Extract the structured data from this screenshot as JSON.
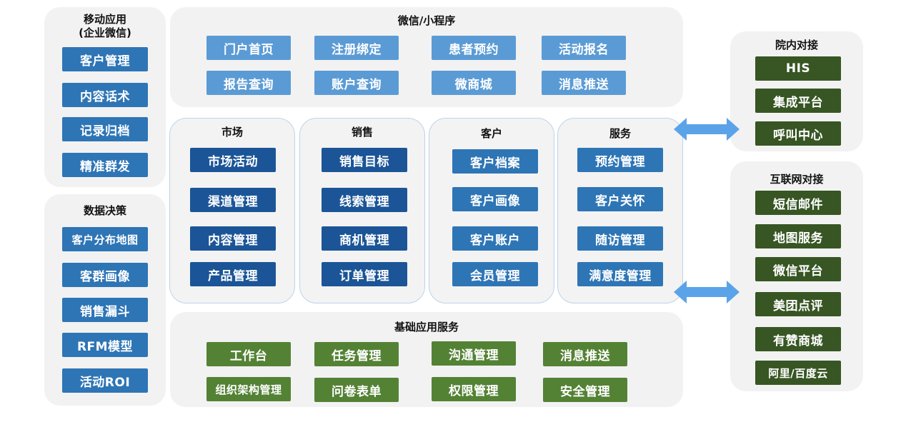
{
  "mobile": {
    "title_line1": "移动应用",
    "title_line2": "(企业微信)",
    "items": [
      "客户管理",
      "内容话术",
      "记录归档",
      "精准群发"
    ]
  },
  "decision": {
    "title": "数据决策",
    "items": [
      "客户分布地图",
      "客群画像",
      "销售漏斗",
      "RFM模型",
      "活动ROI"
    ]
  },
  "wechat": {
    "title": "微信/小程序",
    "items": [
      "门户首页",
      "注册绑定",
      "患者预约",
      "活动报名",
      "报告查询",
      "账户查询",
      "微商城",
      "消息推送"
    ]
  },
  "modules": [
    {
      "title": "市场",
      "items": [
        "市场活动",
        "渠道管理",
        "内容管理",
        "产品管理"
      ]
    },
    {
      "title": "销售",
      "items": [
        "销售目标",
        "线索管理",
        "商机管理",
        "订单管理"
      ]
    },
    {
      "title": "客户",
      "items": [
        "客户档案",
        "客户画像",
        "客户账户",
        "会员管理"
      ]
    },
    {
      "title": "服务",
      "items": [
        "预约管理",
        "客户关怀",
        "随访管理",
        "满意度管理"
      ]
    }
  ],
  "base": {
    "title": "基础应用服务",
    "items": [
      "工作台",
      "任务管理",
      "沟通管理",
      "消息推送",
      "组织架构管理",
      "问卷表单",
      "权限管理",
      "安全管理"
    ]
  },
  "hospital": {
    "title": "院内对接",
    "items": [
      "HIS",
      "集成平台",
      "呼叫中心"
    ]
  },
  "internet": {
    "title": "互联网对接",
    "items": [
      "短信邮件",
      "地图服务",
      "微信平台",
      "美团点评",
      "有赞商城",
      "阿里/百度云"
    ]
  },
  "colors": {
    "panel_bg": "#f2f2f2",
    "light_blue": "#5b9bd5",
    "mid_blue": "#2e75b6",
    "dark_blue": "#1b5597",
    "green": "#548235",
    "dark_green": "#375623",
    "arrow": "#5ba3e8"
  },
  "icons": [
    "double-arrow-icon"
  ]
}
